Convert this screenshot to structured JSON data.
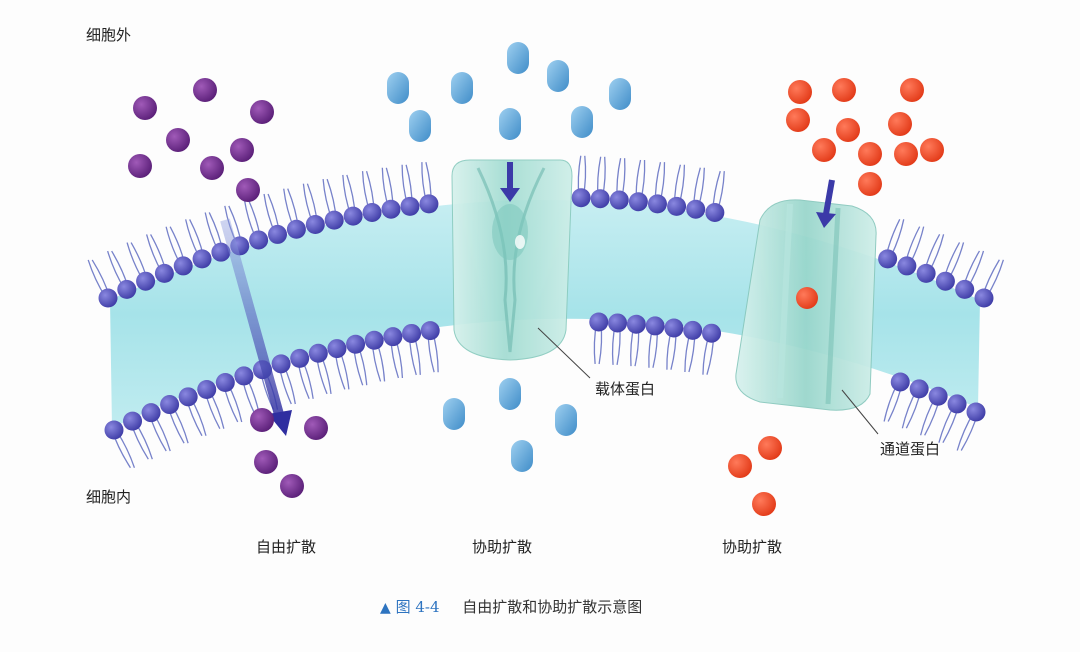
{
  "labels": {
    "outside": "细胞外",
    "inside": "细胞内",
    "carrier_protein": "载体蛋白",
    "channel_protein": "通道蛋白",
    "simple_diffusion": "自由扩散",
    "facilitated_diffusion_carrier": "协助扩散",
    "facilitated_diffusion_channel": "协助扩散"
  },
  "caption": {
    "marker": "▲",
    "figure_number": "图 4-4",
    "text": "自由扩散和协助扩散示意图"
  },
  "colors": {
    "purple_molecule": "#6a2a86",
    "blue_molecule": "#5fa8d8",
    "red_molecule": "#ee4a2a",
    "lipid_head": "#5a58c0",
    "membrane_core": "#a8e2ea",
    "protein": "#9ed8cf",
    "arrow": "#3b3aa8",
    "figure_accent": "#2e74c0"
  }
}
